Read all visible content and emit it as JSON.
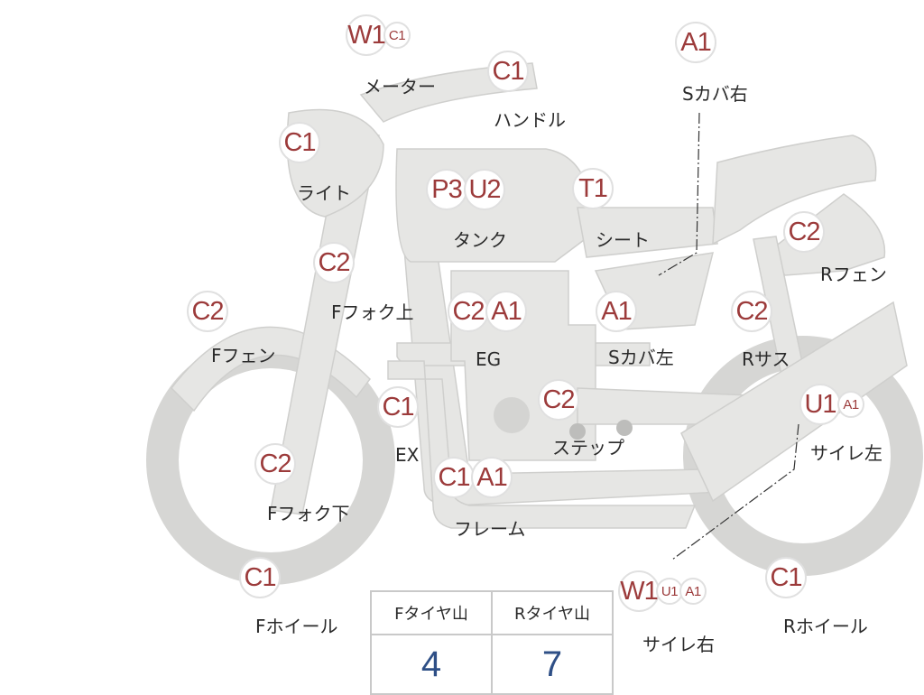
{
  "colors": {
    "body": "#e6e6e4",
    "outline": "#cfcfcd",
    "code": "#9c3b3b",
    "label": "#2a2a2a",
    "tire_value": "#2e4f86"
  },
  "parts": [
    {
      "id": "meter",
      "codes": [
        "W1",
        "C1"
      ],
      "label": "メーター"
    },
    {
      "id": "handle",
      "codes": [
        "C1"
      ],
      "label": "ハンドル"
    },
    {
      "id": "side-cover-right",
      "codes": [
        "A1"
      ],
      "label": "Sカバ右"
    },
    {
      "id": "light",
      "codes": [
        "C1"
      ],
      "label": "ライト"
    },
    {
      "id": "tank",
      "codes": [
        "P3",
        "U2"
      ],
      "label": "タンク"
    },
    {
      "id": "seat",
      "codes": [
        "T1"
      ],
      "label": "シート"
    },
    {
      "id": "rear-fender",
      "codes": [
        "C2"
      ],
      "label": "Rフェン"
    },
    {
      "id": "front-fork-upper",
      "codes": [
        "C2"
      ],
      "label": "Fフォク上"
    },
    {
      "id": "front-fender",
      "codes": [
        "C2"
      ],
      "label": "Fフェン"
    },
    {
      "id": "engine",
      "codes": [
        "C2",
        "A1"
      ],
      "label": "EG"
    },
    {
      "id": "side-cover-left",
      "codes": [
        "A1"
      ],
      "label": "Sカバ左"
    },
    {
      "id": "rear-suspension",
      "codes": [
        "C2"
      ],
      "label": "Rサス"
    },
    {
      "id": "exhaust",
      "codes": [
        "C1"
      ],
      "label": "EX"
    },
    {
      "id": "step",
      "codes": [
        "C2"
      ],
      "label": "ステップ"
    },
    {
      "id": "silencer-left",
      "codes": [
        "U1",
        "A1"
      ],
      "label": "サイレ左"
    },
    {
      "id": "front-fork-lower",
      "codes": [
        "C2"
      ],
      "label": "Fフォク下"
    },
    {
      "id": "frame",
      "codes": [
        "C1",
        "A1"
      ],
      "label": "フレーム"
    },
    {
      "id": "front-wheel",
      "codes": [
        "C1"
      ],
      "label": "Fホイール"
    },
    {
      "id": "silencer-right",
      "codes": [
        "W1",
        "U1",
        "A1"
      ],
      "label": "サイレ右"
    },
    {
      "id": "rear-wheel",
      "codes": [
        "C1"
      ],
      "label": "Rホイール"
    }
  ],
  "tire_table": {
    "headers": [
      "Fタイヤ山",
      "Rタイヤ山"
    ],
    "values": [
      "4",
      "7"
    ]
  }
}
